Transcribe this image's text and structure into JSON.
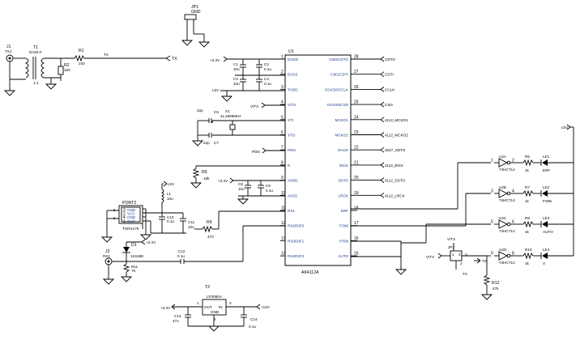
{
  "u1": {
    "ref": "U1",
    "part": "AK4112A",
    "left_pins": [
      {
        "num": "1",
        "name": "DVDD"
      },
      {
        "num": "2",
        "name": "DVSS"
      },
      {
        "num": "3",
        "name": "TVDD"
      },
      {
        "num": "4",
        "name": "V/TX"
      },
      {
        "num": "5",
        "name": "XTI"
      },
      {
        "num": "6",
        "name": "XTO"
      },
      {
        "num": "7",
        "name": "PDN"
      },
      {
        "num": "8",
        "name": "R"
      },
      {
        "num": "9",
        "name": "AVDD"
      },
      {
        "num": "10",
        "name": "AVSS"
      },
      {
        "num": "11",
        "name": "RX1"
      },
      {
        "num": "12",
        "name": "RX2/DIF0"
      },
      {
        "num": "13",
        "name": "RX3/DIF1"
      },
      {
        "num": "14",
        "name": "RX4/DIF2"
      }
    ],
    "right_pins": [
      {
        "num": "28",
        "name": "CM0/CDTO"
      },
      {
        "num": "27",
        "name": "CM1/CDTI"
      },
      {
        "num": "26",
        "name": "OCKS0/CCLK"
      },
      {
        "num": "25",
        "name": "OCKS0/CSN"
      },
      {
        "num": "24",
        "name": "MCKO1"
      },
      {
        "num": "23",
        "name": "MCKO2"
      },
      {
        "num": "22",
        "name": "DAUX"
      },
      {
        "num": "21",
        "name": "BICK"
      },
      {
        "num": "20",
        "name": "SDTO"
      },
      {
        "num": "19",
        "name": "LRCK"
      },
      {
        "num": "18",
        "name": "ERF"
      },
      {
        "num": "17",
        "name": "FS96"
      },
      {
        "num": "16",
        "name": "P/SN"
      },
      {
        "num": "15",
        "name": "AUTO"
      }
    ],
    "right_nets": [
      "CDTO",
      "CDTI",
      "CCLK",
      "CSN",
      "4112_MCKO1",
      "4112_MCKO2",
      "4527_SDTO",
      "4112_BICK",
      "4112_SDTO",
      "4112_LRCK",
      "",
      "",
      "",
      ""
    ]
  },
  "jp1": {
    "ref": "JP1",
    "label": "GND"
  },
  "j1": {
    "ref": "J1",
    "label": "TX1"
  },
  "t1": {
    "ref": "T1",
    "part": "DA02-F",
    "ratio": "1:1"
  },
  "r1": {
    "ref": "R1",
    "value": "240"
  },
  "r2": {
    "ref": "R2",
    "value": "150"
  },
  "tx_net": "TX",
  "power": {
    "p33": "+3.3V",
    "l5v": "L5V",
    "p12": "+12V"
  },
  "caps": {
    "c1": {
      "ref": "C1",
      "value": "10u"
    },
    "c2": {
      "ref": "C2",
      "value": "0.1u"
    },
    "c3": {
      "ref": "C3",
      "value": "10u"
    },
    "c4": {
      "ref": "C4",
      "value": "0.1u"
    },
    "c5": {
      "ref": "C5",
      "value": "22p"
    },
    "c7": {
      "ref": "C7",
      "value": "22p"
    },
    "c8": {
      "ref": "C8",
      "value": "10u"
    },
    "c9": {
      "ref": "C9",
      "value": "0.1u"
    },
    "c10": {
      "ref": "C10",
      "value": "0.1u"
    },
    "c11": {
      "ref": "C11",
      "value": "10u"
    },
    "c12": {
      "ref": "C12",
      "value": "0.1u"
    },
    "c13": {
      "ref": "C13",
      "value": "47u"
    },
    "c14": {
      "ref": "C14",
      "value": "0.1u"
    }
  },
  "x1": {
    "ref": "X1",
    "value": "11.2896MHz"
  },
  "vtx": "V/TX",
  "pdn": "PDN",
  "r5": {
    "ref": "R5",
    "value": "18k"
  },
  "l1": {
    "ref": "L1",
    "value": "10u"
  },
  "port2": {
    "ref": "PORT2",
    "part": "TORX176",
    "pins": [
      {
        "num": "3",
        "name": "GND"
      },
      {
        "num": "2",
        "name": "VCC"
      },
      {
        "num": "4",
        "name": "GND"
      },
      {
        "num": "1",
        "name": "OUT"
      }
    ],
    "side_nums": [
      "5",
      "6"
    ]
  },
  "r9": {
    "ref": "R9",
    "value": "470"
  },
  "j2": {
    "ref": "J2",
    "label": "RX2"
  },
  "d1": {
    "ref": "D1",
    "part": "1S1588"
  },
  "r11": {
    "ref": "R11",
    "value": "75"
  },
  "t2": {
    "ref": "T2",
    "part": "LP2950A",
    "pins": [
      "OUT",
      "GND",
      "IN"
    ],
    "nums": [
      "1",
      "2",
      "3"
    ]
  },
  "inverters": [
    {
      "ref": "U2A",
      "part": "74HCT14",
      "in": "1",
      "out": "2",
      "r": "R6",
      "rv": "1k",
      "led": "LE1",
      "net": "ERF"
    },
    {
      "ref": "U2B",
      "part": "74HCT14",
      "in": "3",
      "out": "4",
      "r": "R7",
      "rv": "1k",
      "led": "LE2",
      "net": "FS96"
    },
    {
      "ref": "U2C",
      "part": "74HCT14",
      "in": "5",
      "out": "6",
      "r": "R8",
      "rv": "1k",
      "led": "LE3",
      "net": "AUTO"
    },
    {
      "ref": "U2D",
      "part": "74HCT14",
      "in": "9",
      "out": "8",
      "r": "R10",
      "rv": "1k",
      "led": "LE4",
      "net": "V"
    }
  ],
  "jp2": {
    "ref": "JP2",
    "label": "V/TX",
    "pin_v": "V",
    "pin_tx": "TX",
    "nums": [
      "1",
      "2",
      "3"
    ]
  },
  "r12": {
    "ref": "R12",
    "value": "47k"
  }
}
